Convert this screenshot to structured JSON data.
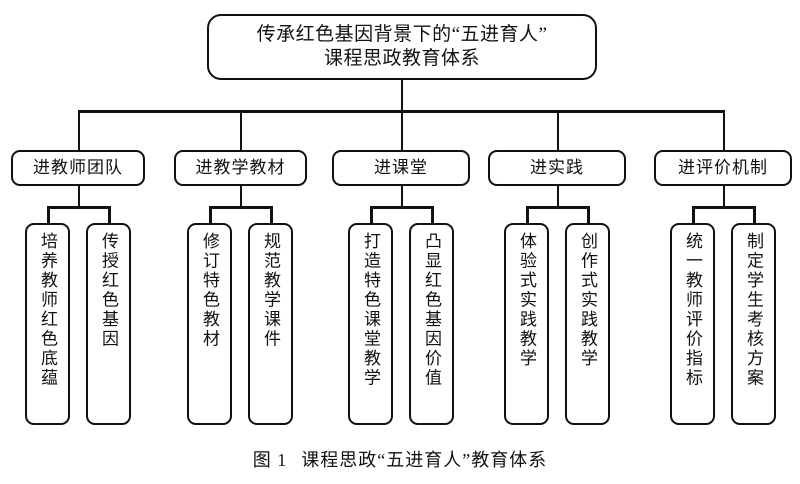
{
  "figure": {
    "caption_number": "图 1",
    "caption_text": "课程思政“五进育人”教育体系"
  },
  "diagram": {
    "type": "tree",
    "orientation": "top-down",
    "root": {
      "line1": "传承红色基因背景下的“五进育人”",
      "line2": "课程思政教育体系"
    },
    "branches": [
      {
        "label": "进教师团队",
        "children": [
          "培养教师红色底蕴",
          "传授红色基因"
        ]
      },
      {
        "label": "进教学教材",
        "children": [
          "修订特色教材",
          "规范教学课件"
        ]
      },
      {
        "label": "进课堂",
        "children": [
          "打造特色课堂教学",
          "凸显红色基因价值"
        ]
      },
      {
        "label": "进实践",
        "children": [
          "体验式实践教学",
          "创作式实践教学"
        ]
      },
      {
        "label": "进评价机制",
        "children": [
          "统一教师评价指标",
          "制定学生考核方案"
        ]
      }
    ]
  },
  "colors": {
    "stroke": "#111111",
    "background": "#ffffff",
    "text": "#111111"
  }
}
